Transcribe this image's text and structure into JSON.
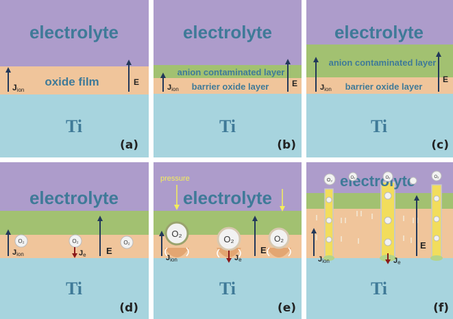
{
  "colors": {
    "electrolyte": "#ad9ccb",
    "oxide": "#f0c59b",
    "anion_layer": "#a2c171",
    "titanium": "#a7d4de",
    "text_blue": "#3f7a98",
    "arrow_dark": "#22385a",
    "arrow_red": "#8b1a1a",
    "pressure_yellow": "#f4ee5a",
    "pore_yellow": "#f2dd5c"
  },
  "labels": {
    "electrolyte": "electrolyte",
    "ti": "Ti",
    "oxide_film": "oxide film",
    "anion_layer": "anion contaminated layer",
    "barrier_layer": "barrier oxide layer",
    "pressure": "pressure",
    "o2": "O₂"
  },
  "panels": [
    {
      "id": "a",
      "label": "(a)"
    },
    {
      "id": "b",
      "label": "(b)"
    },
    {
      "id": "c",
      "label": "(c)"
    },
    {
      "id": "d",
      "label": "(d)"
    },
    {
      "id": "e",
      "label": "(e)"
    },
    {
      "id": "f",
      "label": "(f)"
    }
  ],
  "symbols": {
    "j_ion": "J",
    "j_ion_sub": "ion",
    "j_e": "J",
    "j_e_sub": "e",
    "e_field": "E"
  }
}
